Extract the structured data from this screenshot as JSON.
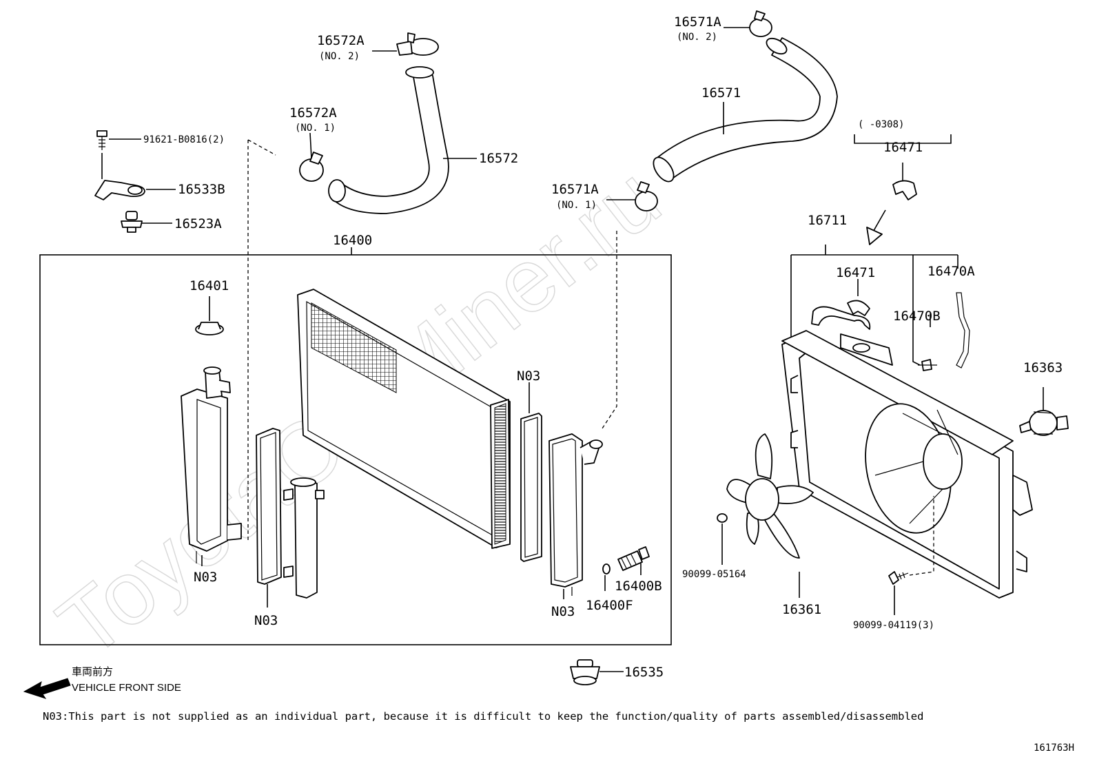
{
  "watermark": "ToyotaCarMiner.ru",
  "labels": {
    "clamp_upper_no2": "16572A",
    "clamp_upper_no2_sub": "(NO. 2)",
    "clamp_upper_no1": "16572A",
    "clamp_upper_no1_sub": "(NO. 1)",
    "hose_upper": "16572",
    "bolt": "91621-B0816(2)",
    "bracket": "16533B",
    "cushion_upper": "16523A",
    "radiator_assy": "16400",
    "radiator_cap": "16401",
    "clamp_lower_no2": "16571A",
    "clamp_lower_no2_sub": "(NO. 2)",
    "hose_lower": "16571",
    "clamp_lower_no1": "16571A",
    "clamp_lower_no1_sub": "(NO. 1)",
    "date_range": "(      -0308)",
    "hose_clamp_top": "16471",
    "shroud_assy": "16711",
    "hose_clamp_inner": "16471",
    "tube": "16470A",
    "clip": "16470B",
    "motor": "16363",
    "n03_left_tank": "N03",
    "n03_gasket_left": "N03",
    "n03_gasket_right": "N03",
    "n03_right_tank": "N03",
    "drain_cock": "16400B",
    "o_ring": "16400F",
    "nut": "90099-05164",
    "fan": "16361",
    "screw": "90099-04119(3)",
    "cushion_lower": "16535",
    "vehicle_front_jp": "車両前方",
    "vehicle_front_en": "VEHICLE FRONT SIDE",
    "footnote": "N03:This part is not supplied as an individual part, because it is difficult to keep the function/quality of parts assembled/disassembled",
    "figure_code": "161763H"
  }
}
